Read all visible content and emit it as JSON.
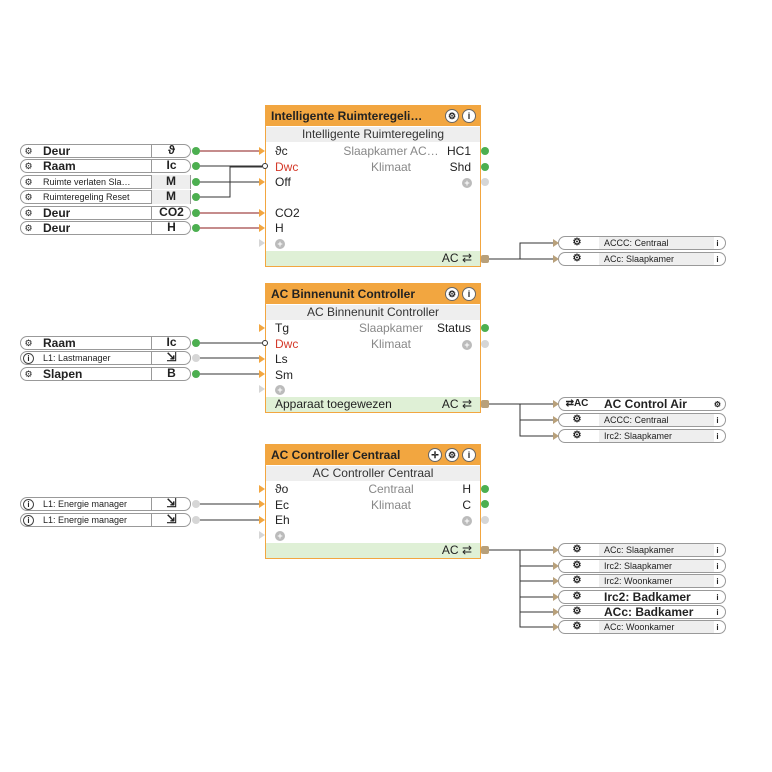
{
  "colors": {
    "block_header": "#f2a640",
    "output_port": "#4caf50",
    "footer": "#dff0d6",
    "wire_red": "#8b1a1a",
    "wire_dark": "#333333"
  },
  "block1": {
    "title": "Intelligente Ruimteregeli…",
    "subtitle": "Intelligente Ruimteregeling",
    "location": "Slaapkamer AC…",
    "category": "Klimaat",
    "inputs": [
      "ϑc",
      "Dwc",
      "Off",
      "",
      "CO2",
      "H"
    ],
    "outputs": [
      "HC1",
      "Shd"
    ],
    "footer_right": "AC"
  },
  "block2": {
    "title": "AC Binnenunit Controller",
    "subtitle": "AC Binnenunit Controller",
    "location": "Slaapkamer",
    "category": "Klimaat",
    "inputs": [
      "Tg",
      "Dwc",
      "Ls",
      "Sm"
    ],
    "outputs": [
      "Status"
    ],
    "footer_left": "Apparaat toegewezen",
    "footer_right": "AC"
  },
  "block3": {
    "title": "AC Controller Centraal",
    "subtitle": "AC Controller Centraal",
    "location": "Centraal",
    "category": "Klimaat",
    "inputs": [
      "ϑo",
      "Ec",
      "Eh"
    ],
    "outputs": [
      "H",
      "C"
    ],
    "footer_right": "AC"
  },
  "sources1": [
    {
      "icon": "gear-icon",
      "label": "Deur",
      "value": "ϑ",
      "style": "bold"
    },
    {
      "icon": "gear-icon",
      "label": "Raam",
      "value": "Ic",
      "style": "bold"
    },
    {
      "icon": "gear-icon",
      "label": "Ruimte verlaten Sla…",
      "value": "M",
      "style": "small"
    },
    {
      "icon": "gear-icon",
      "label": "Ruimteregeling Reset",
      "value": "M",
      "style": "small"
    },
    {
      "icon": "gear-icon",
      "label": "Deur",
      "value": "CO2",
      "style": "bold"
    },
    {
      "icon": "gear-icon",
      "label": "Deur",
      "value": "H",
      "style": "bold"
    }
  ],
  "sources2": [
    {
      "icon": "gear-icon",
      "label": "Raam",
      "value": "Ic",
      "style": "bold"
    },
    {
      "icon": "info-icon",
      "label": "L1: Lastmanager",
      "value": "exit-icon",
      "style": "small"
    },
    {
      "icon": "gear-icon",
      "label": "Slapen",
      "value": "B",
      "style": "bold"
    }
  ],
  "sources3": [
    {
      "icon": "info-icon",
      "label": "L1: Energie manager",
      "value": "exit-icon",
      "style": "small"
    },
    {
      "icon": "info-icon",
      "label": "L1: Energie manager",
      "value": "exit-icon",
      "style": "small"
    }
  ],
  "targets1": [
    {
      "label": "ACCC: Centraal",
      "style": "small"
    },
    {
      "label": "ACc: Slaapkamer",
      "style": "small"
    }
  ],
  "targets2": [
    {
      "label": "AC Control Air",
      "style": "bold",
      "cell": "⇄AC"
    },
    {
      "label": "ACCC: Centraal",
      "style": "small"
    },
    {
      "label": "Irc2: Slaapkamer",
      "style": "small"
    }
  ],
  "targets3": [
    {
      "label": "ACc: Slaapkamer",
      "style": "small"
    },
    {
      "label": "Irc2: Slaapkamer",
      "style": "small"
    },
    {
      "label": "Irc2: Woonkamer",
      "style": "small"
    },
    {
      "label": "Irc2: Badkamer",
      "style": "bold"
    },
    {
      "label": "ACc: Badkamer",
      "style": "bold"
    },
    {
      "label": "ACc: Woonkamer",
      "style": "small"
    }
  ]
}
